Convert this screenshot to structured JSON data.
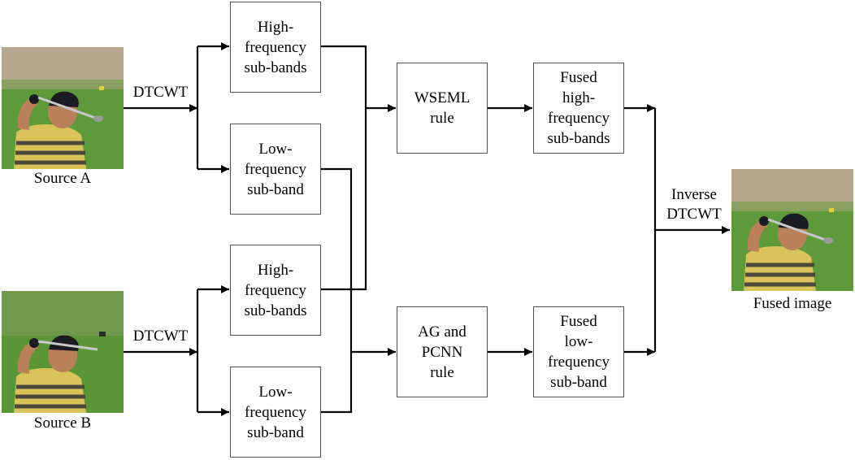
{
  "labels": {
    "source_a": "Source A",
    "source_b": "Source B",
    "fused_image": "Fused image",
    "dtcwt_a": "DTCWT",
    "dtcwt_b": "DTCWT",
    "inverse": "Inverse\nDTCWT"
  },
  "boxes": {
    "high_a": "High-\nfrequency\nsub-bands",
    "low_a": "Low-\nfrequency\nsub-band",
    "high_b": "High-\nfrequency\nsub-bands",
    "low_b": "Low-\nfrequency\nsub-band",
    "wseml": "WSEML\nrule",
    "ag_pcnn": "AG and\nPCNN\nrule",
    "fused_high": "Fused\nhigh-\nfrequency\nsub-bands",
    "fused_low": "Fused\nlow-\nfrequency\nsub-band"
  },
  "colors": {
    "line": "#000000",
    "box_border": "#555555",
    "grass": "#5f9a3a",
    "sky": "#b9a98f",
    "shirt": "#d9c35a",
    "stripe": "#4a4a3a",
    "cap": "#1b1b24",
    "skin": "#b9805a"
  }
}
